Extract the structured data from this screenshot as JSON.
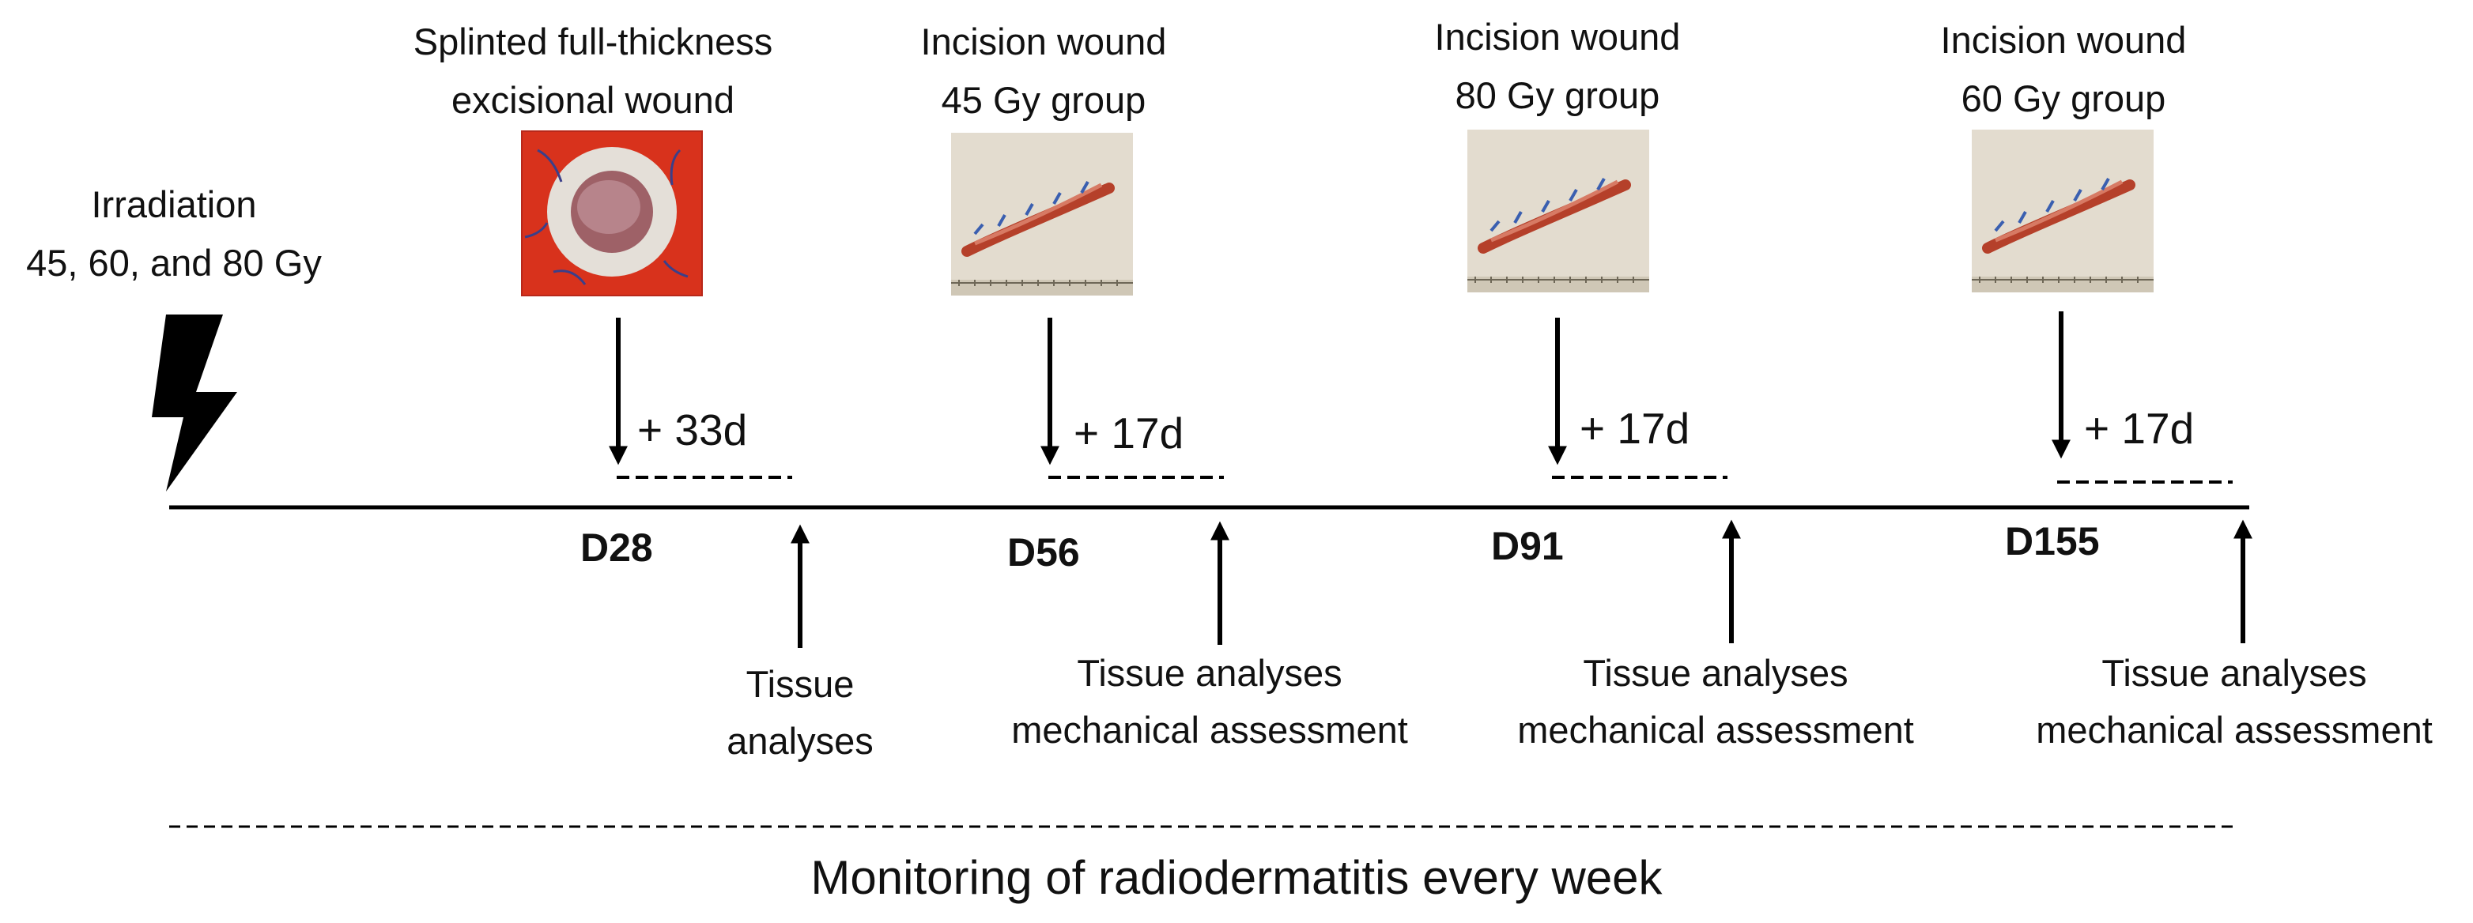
{
  "irradiation": {
    "line1": "Irradiation",
    "line2": "45, 60, and 80 Gy",
    "icon": "lightning-bolt-icon"
  },
  "events": [
    {
      "title_line1": "Splinted full-thickness",
      "title_line2": "excisional wound",
      "photo": "splinted-excisional-wound-photo",
      "interval": "+ 33d",
      "day": "D28",
      "analysis_line1": "Tissue",
      "analysis_line2": "analyses"
    },
    {
      "title_line1": "Incision wound",
      "title_line2": "45 Gy group",
      "photo": "incision-wound-photo",
      "interval": "+ 17d",
      "day": "D56",
      "analysis_line1": "Tissue analyses",
      "analysis_line2": "mechanical assessment"
    },
    {
      "title_line1": "Incision wound",
      "title_line2": "80 Gy group",
      "photo": "incision-wound-photo",
      "interval": "+ 17d",
      "day": "D91",
      "analysis_line1": "Tissue analyses",
      "analysis_line2": "mechanical assessment"
    },
    {
      "title_line1": "Incision wound",
      "title_line2": "60 Gy group",
      "photo": "incision-wound-photo",
      "interval": "+ 17d",
      "day": "D155",
      "analysis_line1": "Tissue analyses",
      "analysis_line2": "mechanical assessment"
    }
  ],
  "footer": "Monitoring of radiodermatitis every week",
  "colors": {
    "splint_red": "#d8321c",
    "wound_pink": "#b77a7a",
    "skin_bg": "#e9e3d7",
    "incision_red": "#b5402a",
    "suture_blue": "#3a5fb0"
  }
}
